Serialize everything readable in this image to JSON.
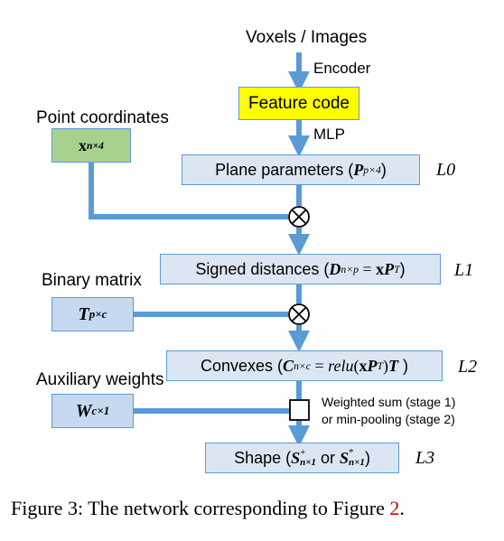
{
  "input_label": "Voxels / Images",
  "encoder_label": "Encoder",
  "feature_code": "Feature code",
  "mlp_label": "MLP",
  "plane_params": {
    "prefix": "Plane parameters (",
    "sym": "P",
    "sub": "p×4",
    "suffix": ")"
  },
  "layer_labels": [
    "L0",
    "L1",
    "L2",
    "L3"
  ],
  "point_coords": {
    "label": "Point coordinates",
    "sym": "x",
    "sub": "n×4"
  },
  "signed_distances": {
    "prefix": "Signed distances (",
    "sym": "D",
    "sub": "n×p",
    "eq": " = ",
    "expr_x": "x",
    "expr_p": "P",
    "sup": "T",
    "suffix": ")"
  },
  "binary_matrix": {
    "label": "Binary matrix",
    "sym": "T",
    "sub": "p×c"
  },
  "convexes": {
    "prefix": "Convexes (",
    "sym": "C",
    "sub": "n×c",
    "eq": " = ",
    "fn": "relu",
    "open": "(",
    "expr_x": "x",
    "expr_p": "P",
    "sup": "T",
    "close": ")",
    "t": "T",
    "suffix": " )"
  },
  "aux_weights": {
    "label": "Auxiliary weights",
    "sym": "W",
    "sub": "c×1"
  },
  "weighted_sum": [
    "Weighted sum (stage 1)",
    "or min-pooling (stage 2)"
  ],
  "shape": {
    "prefix": "Shape (",
    "s1": "S",
    "s1_sup": "+",
    "sub1": "n×1",
    "or": " or ",
    "s2": "S",
    "s2_sup": "*",
    "sub2": "n×1",
    "suffix": ")"
  },
  "caption": {
    "text": "Figure 3: The network corresponding to Figure ",
    "ref": "2",
    "end": "."
  },
  "colors": {
    "arrow": "#5b9bd5",
    "box_fill": "#dce6f2",
    "feature_fill": "#ffff00",
    "green_fill": "#a9d18e"
  }
}
